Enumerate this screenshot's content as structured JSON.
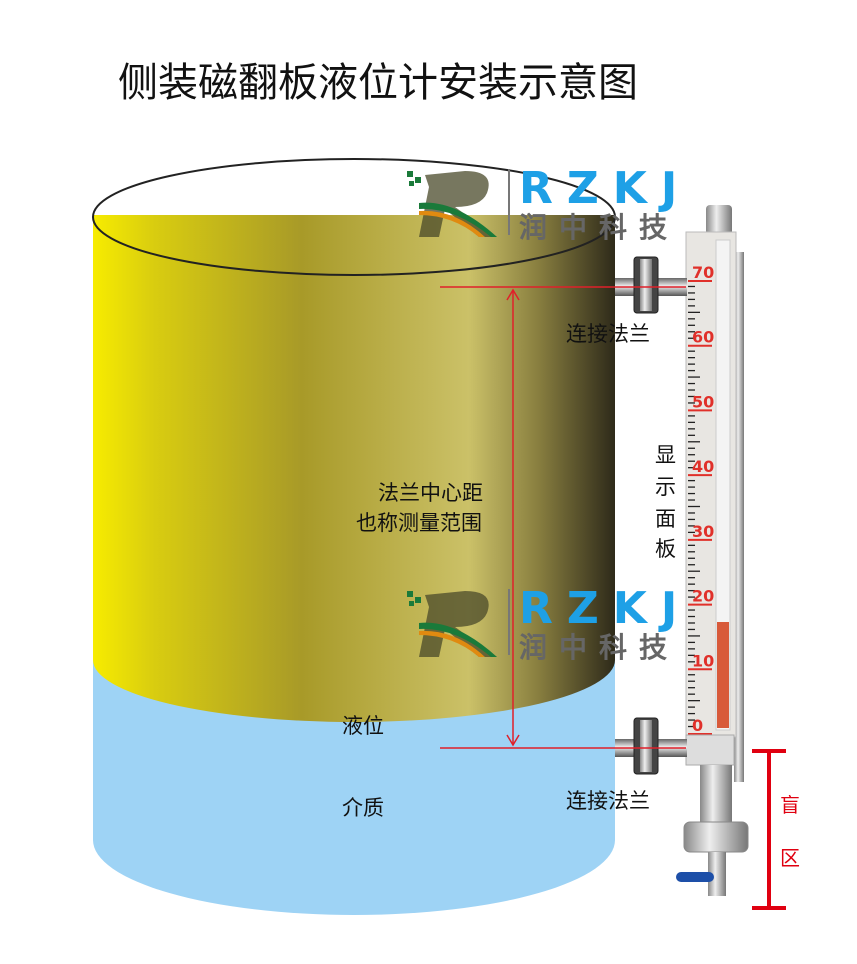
{
  "title": "侧装磁翻板液位计安装示意图",
  "labels": {
    "flange_top": "连接法兰",
    "flange_bottom": "连接法兰",
    "center_distance_line1": "法兰中心距",
    "center_distance_line2": "也称测量范围",
    "display_panel": [
      "显",
      "示",
      "面",
      "板"
    ],
    "liquid_level": "液位",
    "medium": "介质",
    "blind_zone": [
      "盲",
      "区"
    ]
  },
  "logo": {
    "letters": "RZKJ",
    "name": "润中科技"
  },
  "gauge": {
    "scale": [
      "70",
      "60",
      "50",
      "40",
      "30",
      "20",
      "10",
      "0"
    ],
    "level_fraction": 0.17
  },
  "colors": {
    "vessel_yellow": "#f2e600",
    "vessel_dark": "#3a3320",
    "liquid": "#9ed3f5",
    "dimension_red": "#e0202a",
    "blind_zone_red": "#e00010",
    "logo_blue": "#1ea0e6",
    "logo_green": "#1a7a3a",
    "logo_orange": "#e08a10"
  }
}
